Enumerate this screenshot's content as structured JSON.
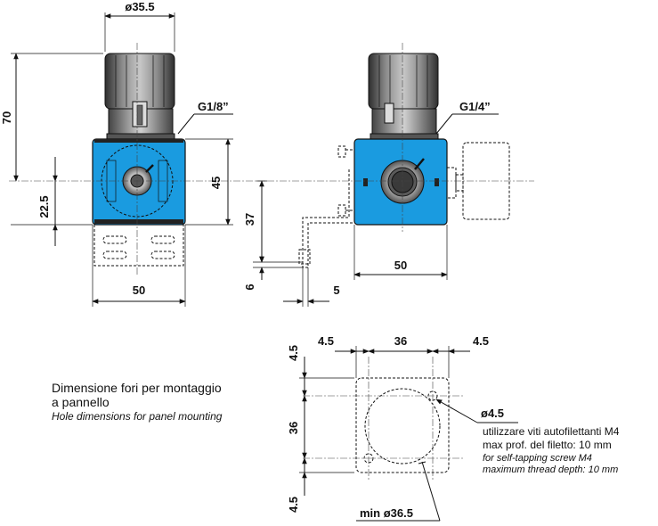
{
  "dimensions": {
    "top_diameter": "ø35.5",
    "height_total": "70",
    "height_lower": "22.5",
    "body_height": "45",
    "width_front": "50",
    "width_side": "50",
    "bracket_height": "37",
    "bracket_thickness": "6",
    "bracket_offset": "5",
    "port_front": "G1/8”",
    "port_side": "G1/4”"
  },
  "panel": {
    "dim_left": "4.5",
    "dim_center": "36",
    "dim_right": "4.5",
    "dim_vert_top": "4.5",
    "dim_vert_center": "36",
    "dim_vert_bottom": "4.5",
    "hole_diameter": "ø4.5",
    "cutout_min": "min ø36.5"
  },
  "notes": {
    "screw_it": "utilizzare viti autofilettanti M4",
    "depth_it": "max prof. del filetto: 10 mm",
    "screw_en": "for self-tapping screw M4",
    "depth_en": "maximum thread depth: 10 mm"
  },
  "caption": {
    "line1": "Dimensione fori per montaggio",
    "line2": "a pannello",
    "line3": "Hole dimensions for panel mounting"
  },
  "colors": {
    "body": "#1a9be0",
    "knob_dark": "#3a3a3a",
    "knob_light": "#9a9a9a"
  }
}
